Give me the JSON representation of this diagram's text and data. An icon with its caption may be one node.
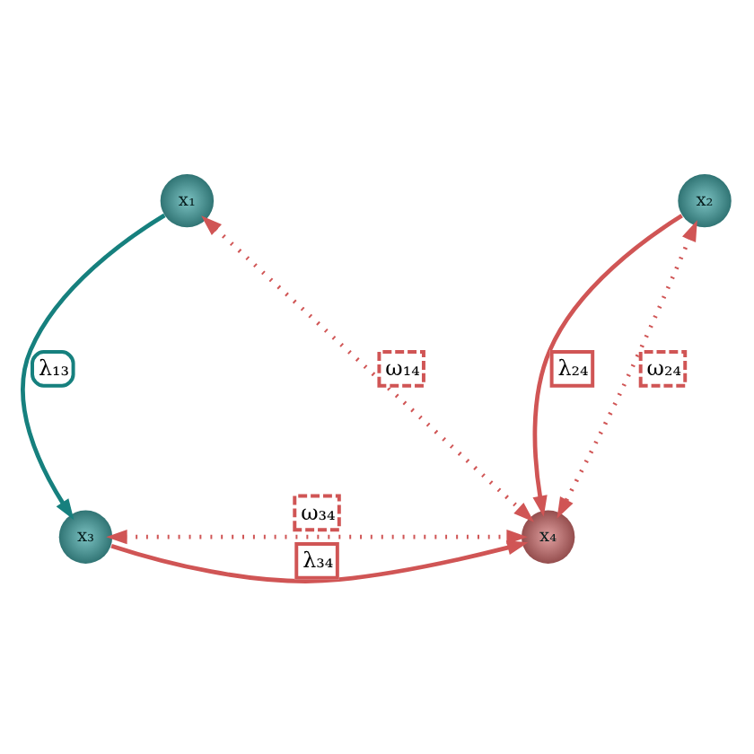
{
  "diagram": {
    "nodes": [
      {
        "text": [
          "x₁"
        ]
      },
      {
        "text": [
          "x₂"
        ]
      },
      {
        "text": [
          "x₃"
        ]
      },
      {
        "text": [
          "x₄"
        ]
      }
    ],
    "edges": [
      {
        "from": 0,
        "to": 2,
        "arrow": "to",
        "label": "λ₁₃",
        "color": "#16807e"
      },
      {
        "from": 1,
        "to": 3,
        "arrow": "to",
        "label": "λ₂₄"
      },
      {
        "from": 2,
        "to": 3,
        "arrow": "to",
        "label": "λ₃₄"
      },
      {
        "from": 0,
        "to": 3,
        "arrow": "both",
        "label": "ω₁₄",
        "style": "dashed"
      },
      {
        "from": 1,
        "to": 3,
        "arrow": "both",
        "label": "ω₂₄",
        "style": "dashed"
      },
      {
        "from": 2,
        "to": 3,
        "arrow": "both",
        "label": "ω₃₄",
        "style": "dashed"
      }
    ]
  }
}
